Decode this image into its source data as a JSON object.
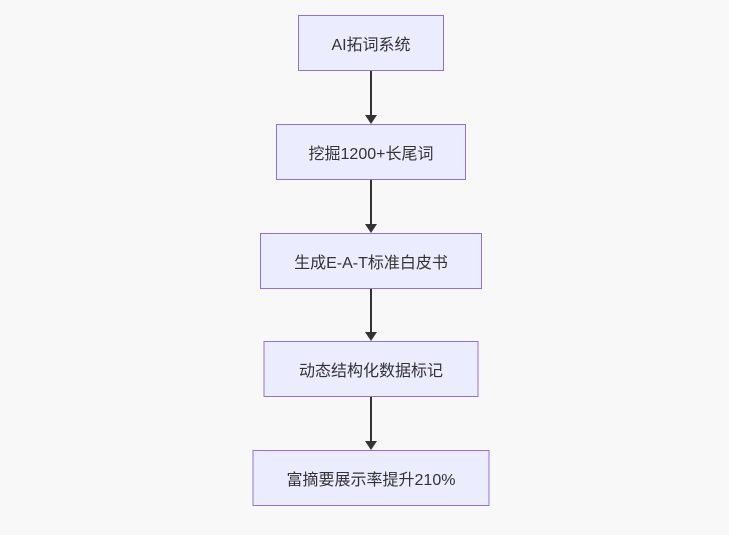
{
  "chart_data": {
    "type": "flowchart",
    "direction": "top-down",
    "nodes": [
      {
        "label": "AI拓词系统"
      },
      {
        "label": "挖掘1200+长尾词"
      },
      {
        "label": "生成E-A-T标准白皮书"
      },
      {
        "label": "动态结构化数据标记"
      },
      {
        "label": "富摘要展示率提升210%"
      }
    ],
    "edges": [
      {
        "from": 0,
        "to": 1
      },
      {
        "from": 1,
        "to": 2
      },
      {
        "from": 2,
        "to": 3
      },
      {
        "from": 3,
        "to": 4
      }
    ]
  },
  "colors": {
    "background": "#f8f8f8",
    "node_fill": "#ECECFF",
    "node_border": "#9370DB",
    "node_text": "#333333",
    "arrow": "#333333"
  }
}
